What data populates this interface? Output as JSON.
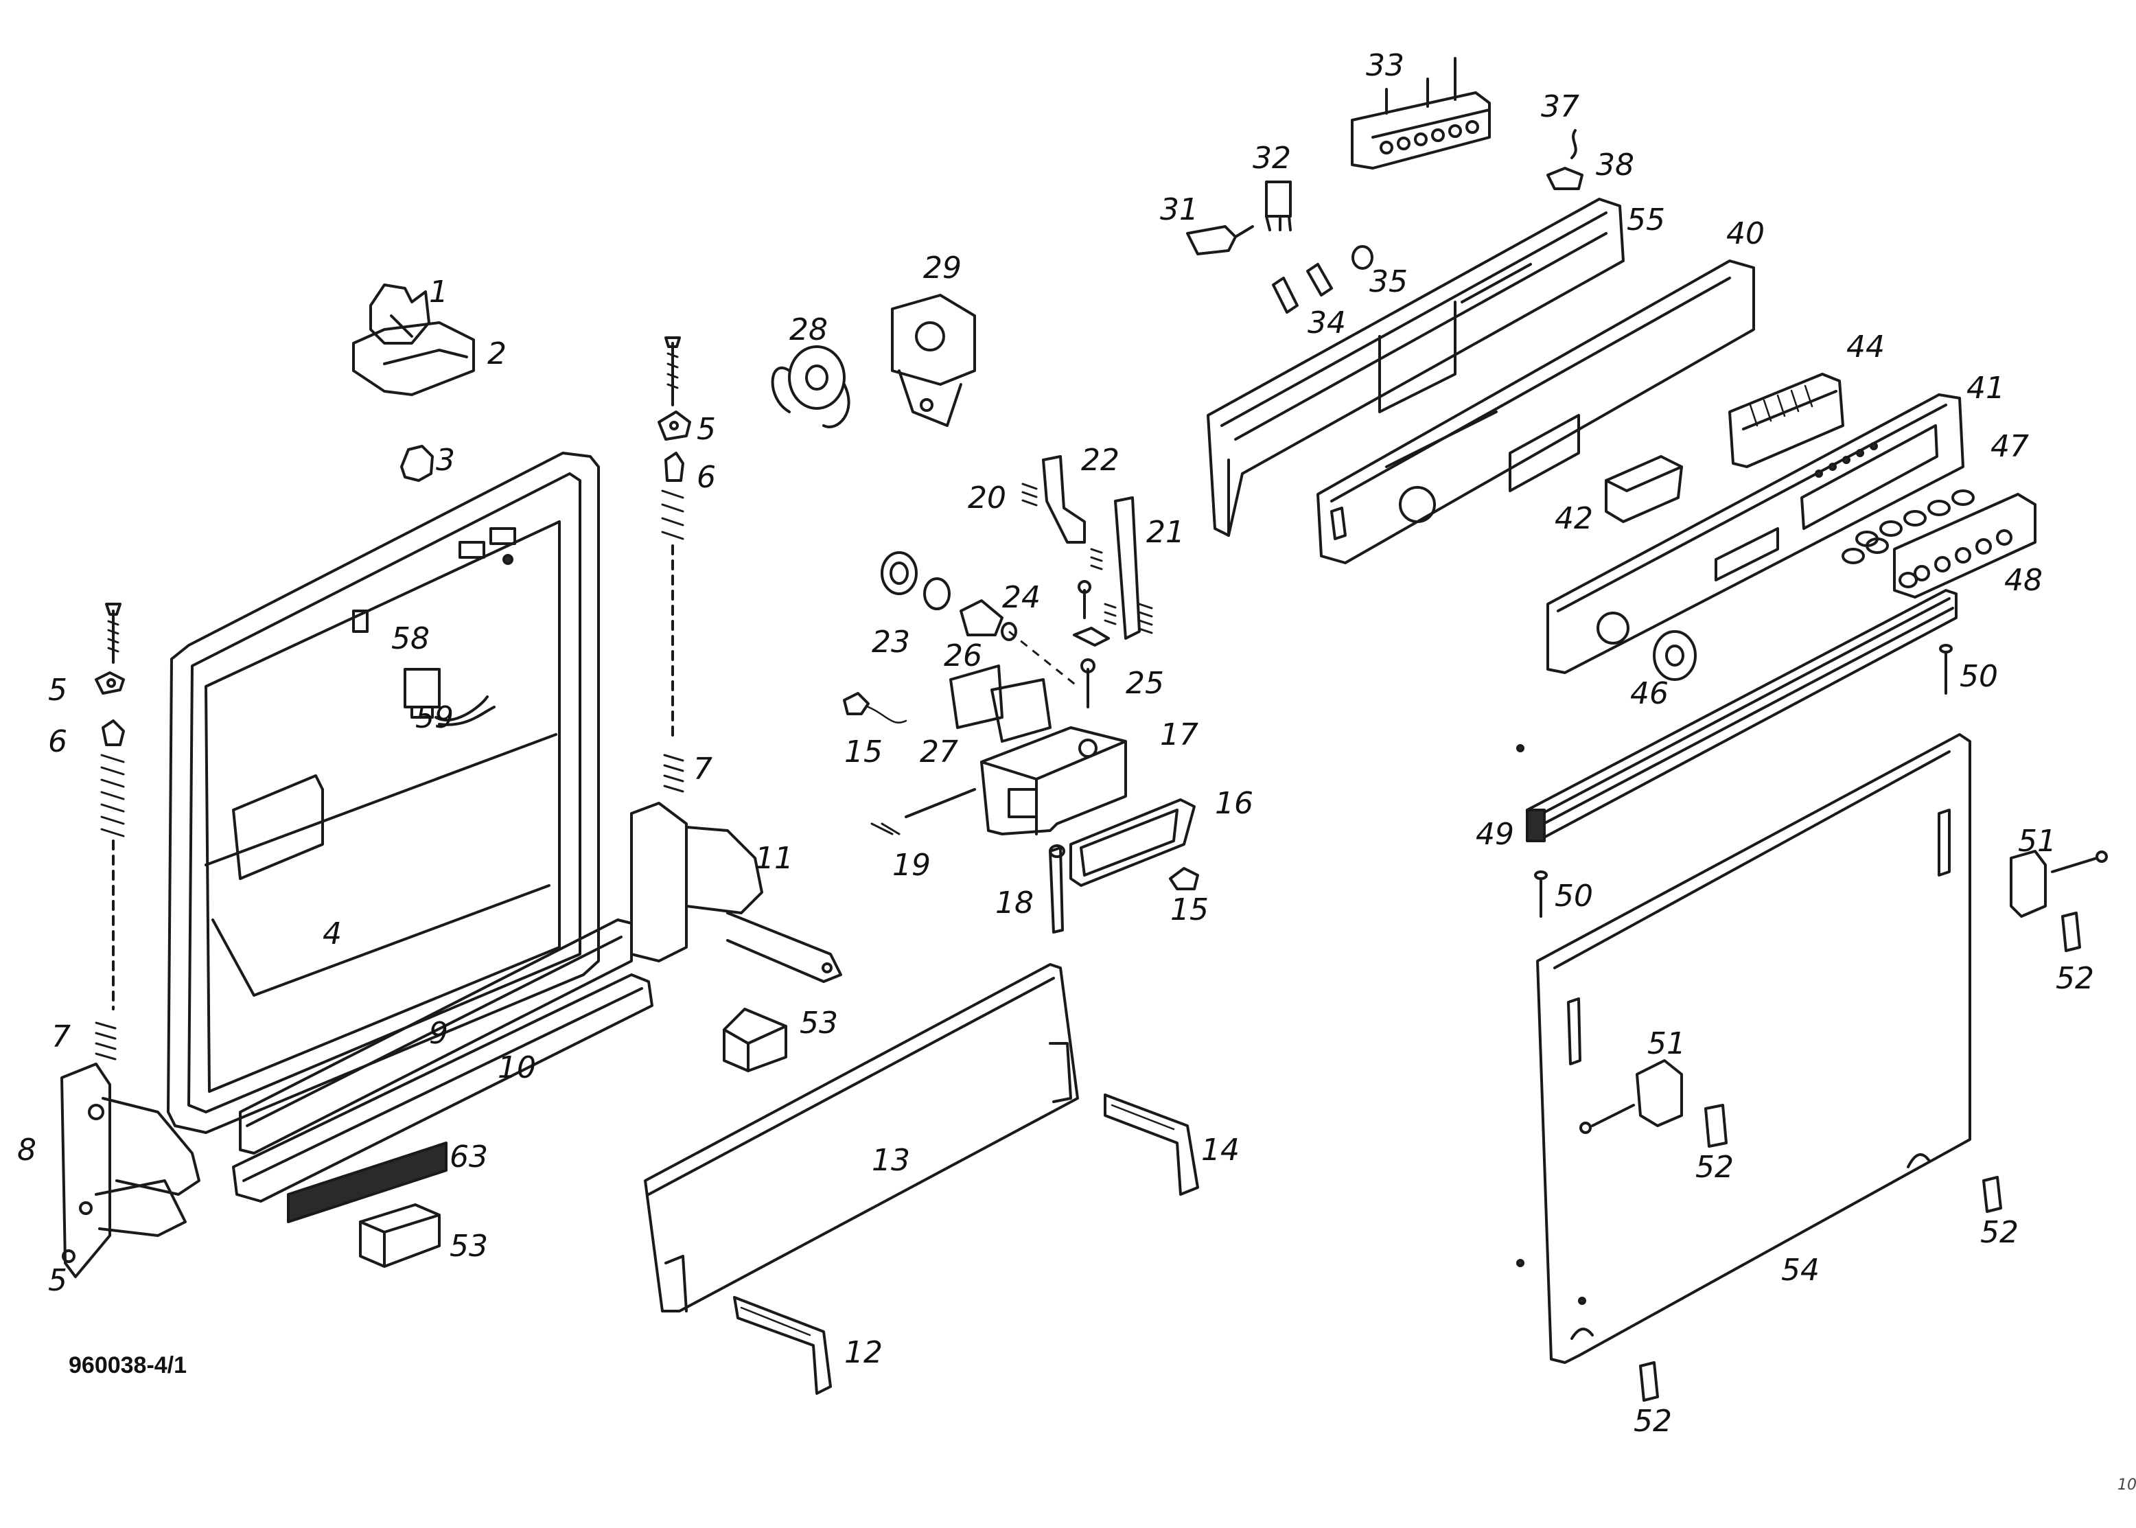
{
  "document_id": "960038-4/1",
  "corner_mark": "10",
  "callouts": [
    {
      "id": "c1",
      "text": "1"
    },
    {
      "id": "c2",
      "text": "2"
    },
    {
      "id": "c3",
      "text": "3"
    },
    {
      "id": "c4",
      "text": "4"
    },
    {
      "id": "c5a",
      "text": "5"
    },
    {
      "id": "c5b",
      "text": "5"
    },
    {
      "id": "c5c",
      "text": "5"
    },
    {
      "id": "c6a",
      "text": "6"
    },
    {
      "id": "c6b",
      "text": "6"
    },
    {
      "id": "c7a",
      "text": "7"
    },
    {
      "id": "c7b",
      "text": "7"
    },
    {
      "id": "c8",
      "text": "8"
    },
    {
      "id": "c9",
      "text": "9"
    },
    {
      "id": "c10",
      "text": "10"
    },
    {
      "id": "c11",
      "text": "11"
    },
    {
      "id": "c12",
      "text": "12"
    },
    {
      "id": "c13",
      "text": "13"
    },
    {
      "id": "c14",
      "text": "14"
    },
    {
      "id": "c15a",
      "text": "15"
    },
    {
      "id": "c15b",
      "text": "15"
    },
    {
      "id": "c16",
      "text": "16"
    },
    {
      "id": "c17",
      "text": "17"
    },
    {
      "id": "c18",
      "text": "18"
    },
    {
      "id": "c19",
      "text": "19"
    },
    {
      "id": "c20",
      "text": "20"
    },
    {
      "id": "c21",
      "text": "21"
    },
    {
      "id": "c22",
      "text": "22"
    },
    {
      "id": "c23",
      "text": "23"
    },
    {
      "id": "c24",
      "text": "24"
    },
    {
      "id": "c25",
      "text": "25"
    },
    {
      "id": "c26",
      "text": "26"
    },
    {
      "id": "c27",
      "text": "27"
    },
    {
      "id": "c28",
      "text": "28"
    },
    {
      "id": "c29",
      "text": "29"
    },
    {
      "id": "c31",
      "text": "31"
    },
    {
      "id": "c32",
      "text": "32"
    },
    {
      "id": "c33",
      "text": "33"
    },
    {
      "id": "c34",
      "text": "34"
    },
    {
      "id": "c35",
      "text": "35"
    },
    {
      "id": "c37",
      "text": "37"
    },
    {
      "id": "c38",
      "text": "38"
    },
    {
      "id": "c40",
      "text": "40"
    },
    {
      "id": "c41",
      "text": "41"
    },
    {
      "id": "c42",
      "text": "42"
    },
    {
      "id": "c44",
      "text": "44"
    },
    {
      "id": "c46",
      "text": "46"
    },
    {
      "id": "c47",
      "text": "47"
    },
    {
      "id": "c48",
      "text": "48"
    },
    {
      "id": "c49",
      "text": "49"
    },
    {
      "id": "c50a",
      "text": "50"
    },
    {
      "id": "c50b",
      "text": "50"
    },
    {
      "id": "c51a",
      "text": "51"
    },
    {
      "id": "c51b",
      "text": "51"
    },
    {
      "id": "c52a",
      "text": "52"
    },
    {
      "id": "c52b",
      "text": "52"
    },
    {
      "id": "c52c",
      "text": "52"
    },
    {
      "id": "c52d",
      "text": "52"
    },
    {
      "id": "c53a",
      "text": "53"
    },
    {
      "id": "c53b",
      "text": "53"
    },
    {
      "id": "c54",
      "text": "54"
    },
    {
      "id": "c55",
      "text": "55"
    },
    {
      "id": "c58",
      "text": "58"
    },
    {
      "id": "c59",
      "text": "59"
    },
    {
      "id": "c63",
      "text": "63"
    }
  ]
}
